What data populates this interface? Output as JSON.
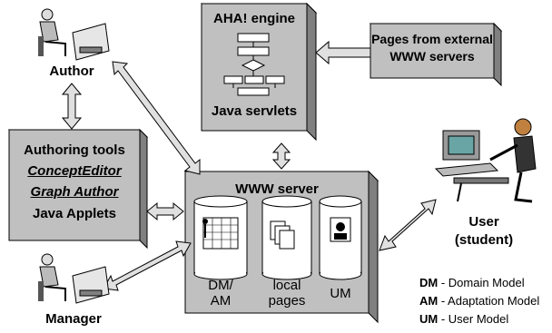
{
  "aha_engine": {
    "title": "AHA! engine",
    "subtitle": "Java servlets"
  },
  "external": {
    "line1": "Pages from external",
    "line2": "WWW servers"
  },
  "authoring": {
    "line1": "Authoring tools",
    "line2": "ConceptEditor",
    "line3": "Graph Author",
    "line4": "Java Applets"
  },
  "www_server": {
    "title": "WWW server",
    "dmam_line1": "DM/",
    "dmam_line2": "AM",
    "local_line1": "local",
    "local_line2": "pages",
    "um": "UM"
  },
  "people": {
    "author": "Author",
    "manager": "Manager",
    "user_line1": "User",
    "user_line2": "(student)"
  },
  "legend": [
    {
      "abbr": "DM",
      "text": " - Domain Model"
    },
    {
      "abbr": "AM",
      "text": " - Adaptation Model"
    },
    {
      "abbr": "UM",
      "text": " - User Model"
    }
  ],
  "colors": {
    "box_face": "#c0c0c0",
    "box_side": "#808080",
    "box_top": "#a0a0a0",
    "arrow_fill": "#e0e0e0"
  }
}
